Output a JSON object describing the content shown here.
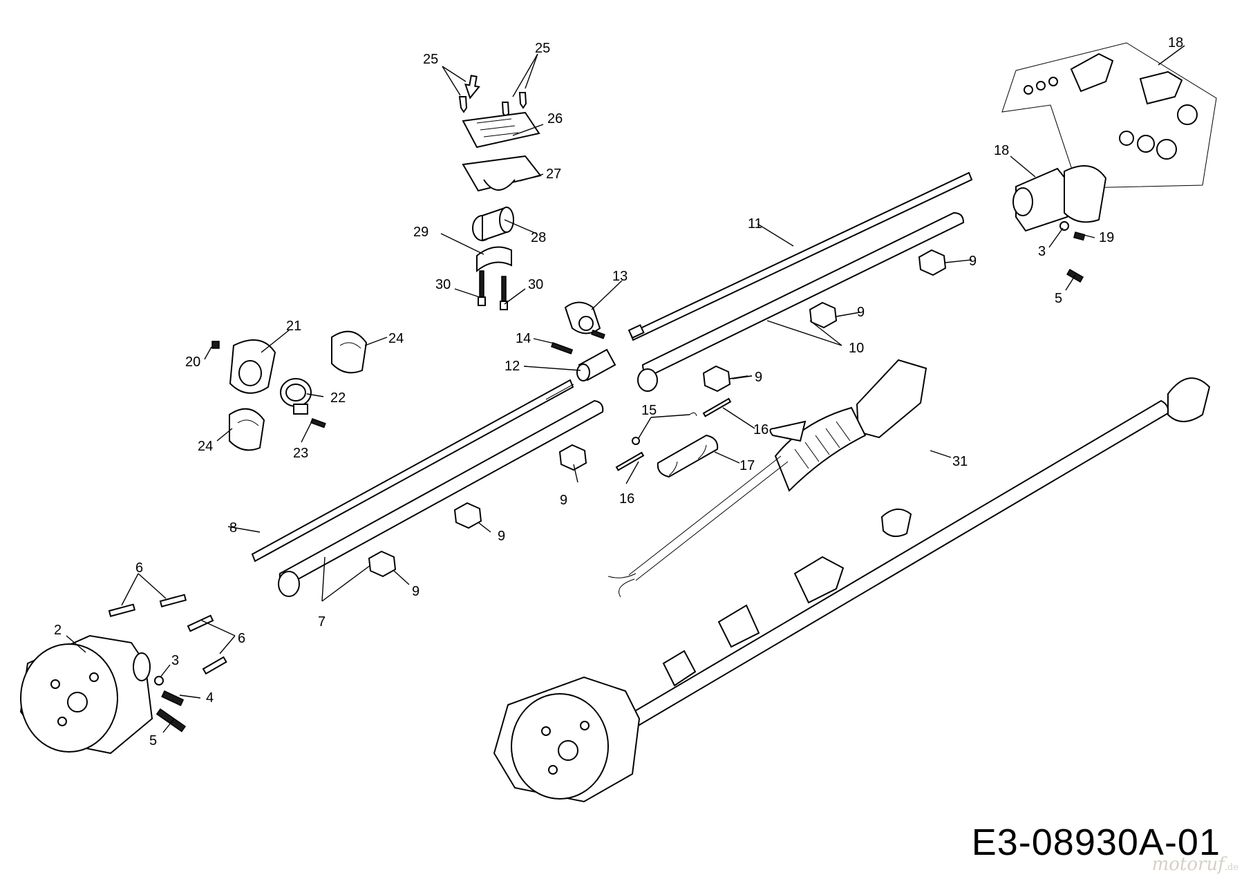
{
  "diagram_code": "E3-08930A-01",
  "watermark": {
    "brand": "motoruf",
    "tld": ".de"
  },
  "part_labels": [
    {
      "id": "l25a",
      "text": "25"
    },
    {
      "id": "l25b",
      "text": "25"
    },
    {
      "id": "l26",
      "text": "26"
    },
    {
      "id": "l27",
      "text": "27"
    },
    {
      "id": "l28",
      "text": "28"
    },
    {
      "id": "l29",
      "text": "29"
    },
    {
      "id": "l30a",
      "text": "30"
    },
    {
      "id": "l30b",
      "text": "30"
    },
    {
      "id": "l13",
      "text": "13"
    },
    {
      "id": "l14",
      "text": "14"
    },
    {
      "id": "l12",
      "text": "12"
    },
    {
      "id": "l21",
      "text": "21"
    },
    {
      "id": "l20",
      "text": "20"
    },
    {
      "id": "l24a",
      "text": "24"
    },
    {
      "id": "l24b",
      "text": "24"
    },
    {
      "id": "l22",
      "text": "22"
    },
    {
      "id": "l23",
      "text": "23"
    },
    {
      "id": "l11",
      "text": "11"
    },
    {
      "id": "l10",
      "text": "10"
    },
    {
      "id": "l9a",
      "text": "9"
    },
    {
      "id": "l9b",
      "text": "9"
    },
    {
      "id": "l9c",
      "text": "9"
    },
    {
      "id": "l9d",
      "text": "9"
    },
    {
      "id": "l9e",
      "text": "9"
    },
    {
      "id": "l9f",
      "text": "9"
    },
    {
      "id": "l15",
      "text": "15"
    },
    {
      "id": "l16a",
      "text": "16"
    },
    {
      "id": "l16b",
      "text": "16"
    },
    {
      "id": "l17",
      "text": "17"
    },
    {
      "id": "l31",
      "text": "31"
    },
    {
      "id": "l8",
      "text": "8"
    },
    {
      "id": "l7",
      "text": "7"
    },
    {
      "id": "l6a",
      "text": "6"
    },
    {
      "id": "l6b",
      "text": "6"
    },
    {
      "id": "l2",
      "text": "2"
    },
    {
      "id": "l3a",
      "text": "3"
    },
    {
      "id": "l4",
      "text": "4"
    },
    {
      "id": "l5a",
      "text": "5"
    },
    {
      "id": "l18a",
      "text": "18"
    },
    {
      "id": "l18b",
      "text": "18"
    },
    {
      "id": "l19",
      "text": "19"
    },
    {
      "id": "l3b",
      "text": "3"
    },
    {
      "id": "l5b",
      "text": "5"
    }
  ]
}
